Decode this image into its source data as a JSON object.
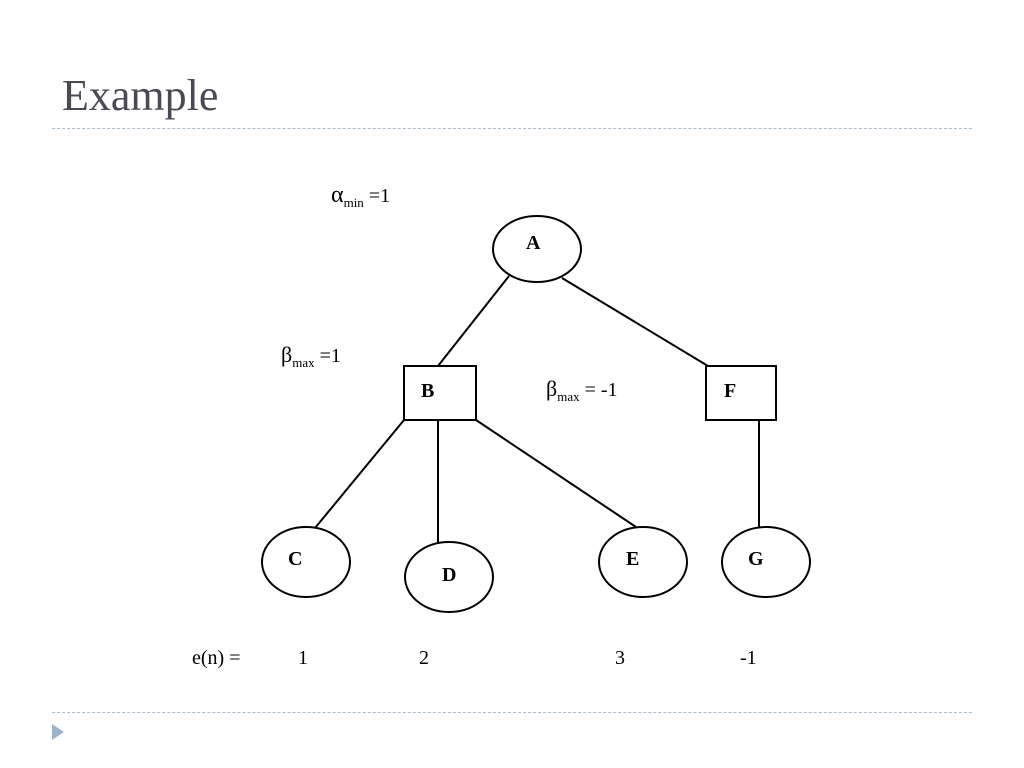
{
  "slide": {
    "title": "Example"
  },
  "annotations": {
    "alpha_min": {
      "symbol": "α",
      "subscript": "min",
      "rest": " =1"
    },
    "beta_max_b": {
      "symbol": "β",
      "subscript": "max",
      "rest": " =1"
    },
    "beta_max_f": {
      "symbol": "β",
      "subscript": "max",
      "rest": " = -1"
    }
  },
  "tree": {
    "nodes": [
      {
        "id": "A",
        "label": "A",
        "shape": "ellipse"
      },
      {
        "id": "B",
        "label": "B",
        "shape": "box"
      },
      {
        "id": "F",
        "label": "F",
        "shape": "box"
      },
      {
        "id": "C",
        "label": "C",
        "shape": "ellipse"
      },
      {
        "id": "D",
        "label": "D",
        "shape": "ellipse"
      },
      {
        "id": "E",
        "label": "E",
        "shape": "ellipse"
      },
      {
        "id": "G",
        "label": "G",
        "shape": "ellipse"
      }
    ],
    "edges": [
      {
        "from": "A",
        "to": "B"
      },
      {
        "from": "A",
        "to": "F"
      },
      {
        "from": "B",
        "to": "C"
      },
      {
        "from": "B",
        "to": "D"
      },
      {
        "from": "B",
        "to": "E"
      },
      {
        "from": "F",
        "to": "G"
      }
    ]
  },
  "evaluation": {
    "label": "e(n) =",
    "values": [
      "1",
      "2",
      "3",
      "-1"
    ]
  }
}
